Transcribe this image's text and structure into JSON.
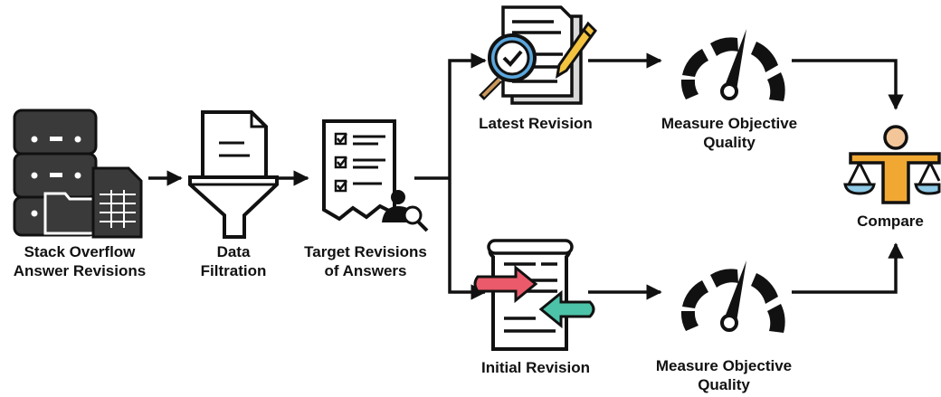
{
  "nodes": {
    "stack_overflow": {
      "line1": "Stack Overflow",
      "line2": "Answer Revisions"
    },
    "data_filtration": {
      "line1": "Data",
      "line2": "Filtration"
    },
    "target_revisions": {
      "line1": "Target Revisions",
      "line2": "of Answers"
    },
    "latest_revision": {
      "label": "Latest Revision"
    },
    "initial_revision": {
      "label": "Initial Revision"
    },
    "measure_top": {
      "line1": "Measure Objective",
      "line2": "Quality"
    },
    "measure_bottom": {
      "line1": "Measure Objective",
      "line2": "Quality"
    },
    "compare": {
      "label": "Compare"
    }
  },
  "colors": {
    "outline": "#111111",
    "gray": "#3a3a3a",
    "paper": "#ffffff",
    "paper_shadow": "#d9d9d9",
    "magnifier_blue": "#5aa7de",
    "pencil_yellow": "#f3c340",
    "arrow_red": "#ea5a6a",
    "arrow_teal": "#4cc3a8",
    "scale_orange": "#f0a832",
    "skin": "#f3c69a",
    "pan_blue": "#8ec9e6"
  }
}
